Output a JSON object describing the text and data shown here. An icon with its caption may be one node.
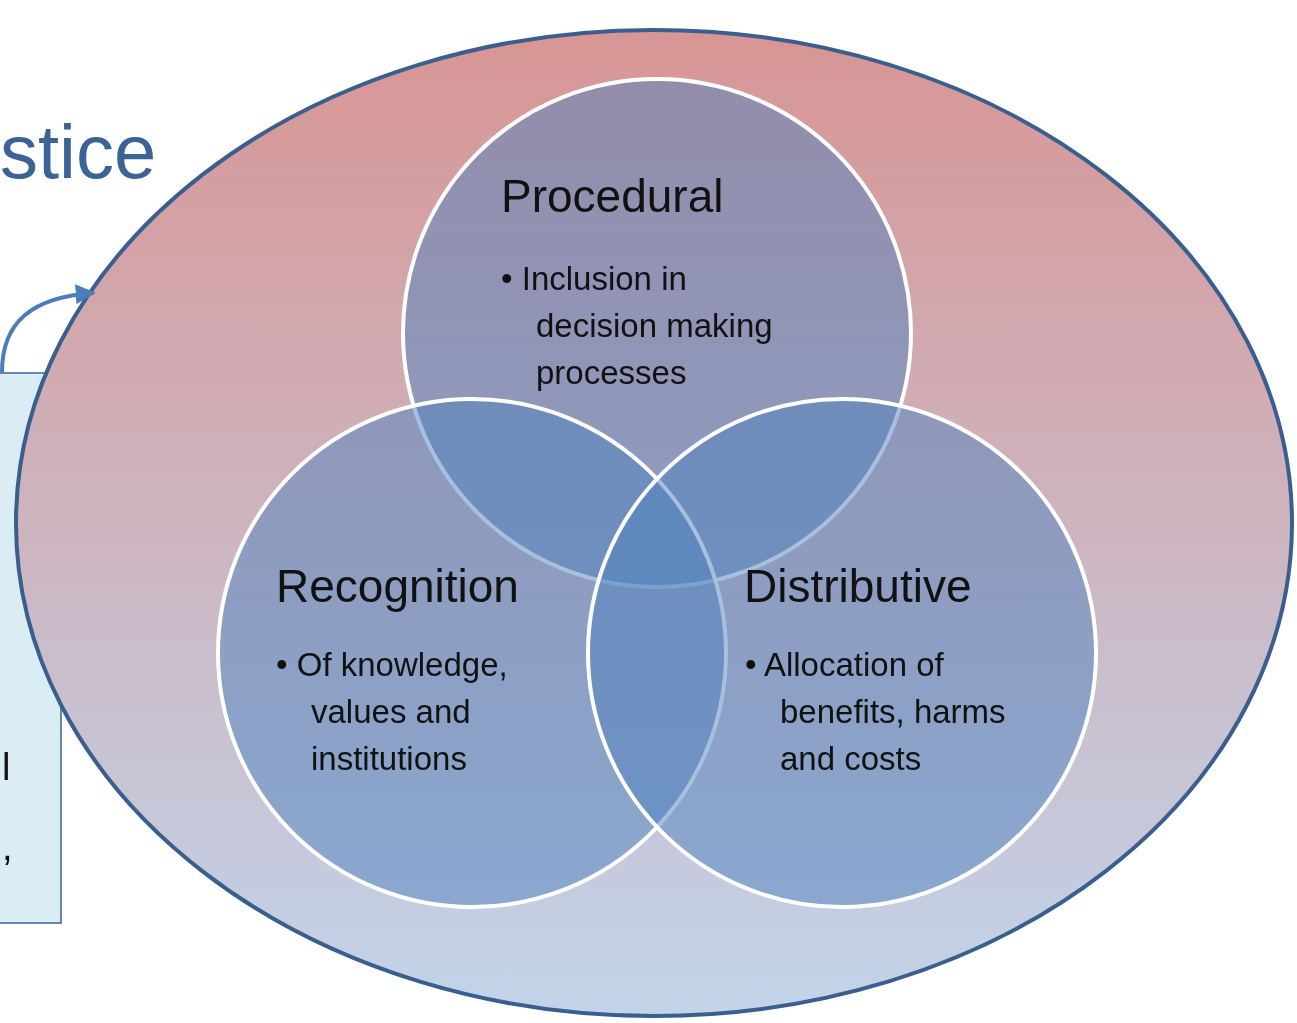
{
  "diagram": {
    "title": "stice",
    "nodes": [
      {
        "text": [],
        "shape": "ellipse"
      },
      {
        "text": [
          "Procedural",
          "• Inclusion in decision making processes"
        ],
        "in": 0
      },
      {
        "text": [
          "Recognition",
          "• Of knowledge, values and institutions"
        ],
        "in": 0
      },
      {
        "text": [
          "Distributive",
          "• Allocation of benefits, harms and costs"
        ],
        "in": 0
      },
      {
        "text": [
          "l ,"
        ]
      }
    ],
    "edges": [
      {
        "from": 4,
        "to": 0,
        "arrow": "to"
      }
    ]
  }
}
